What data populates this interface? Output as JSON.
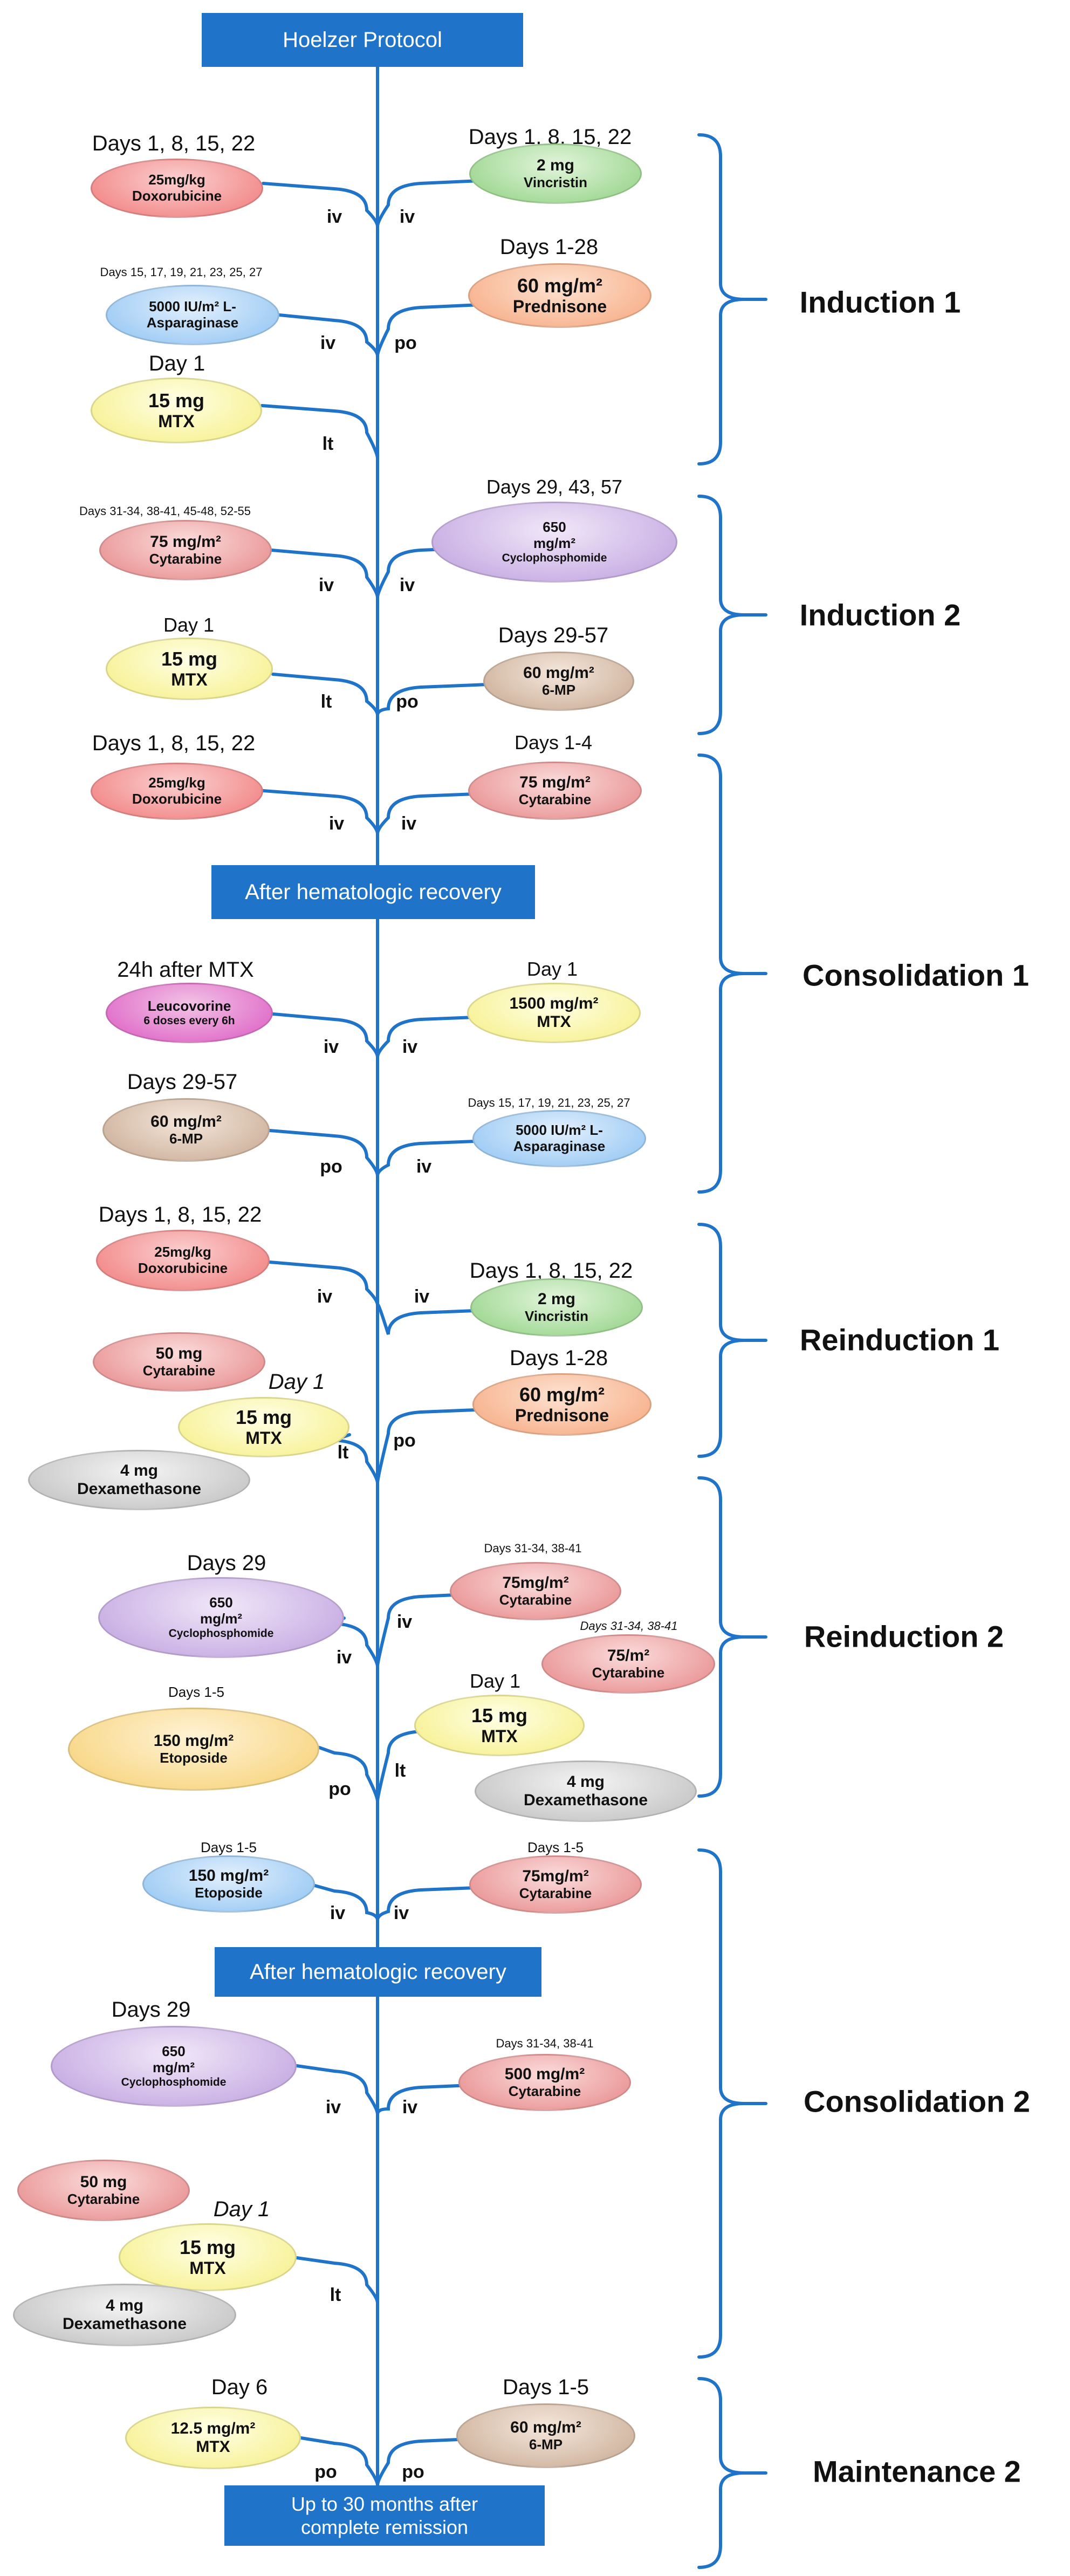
{
  "colors": {
    "line": "#1f74c9",
    "banner": "#1f74c9",
    "banner_text": "#ffffff"
  },
  "title": "Hoelzer Protocol",
  "phases": [
    {
      "key": "induction1",
      "label": "Induction 1"
    },
    {
      "key": "induction2",
      "label": "Induction 2"
    },
    {
      "key": "consolidation1",
      "label": "Consolidation 1"
    },
    {
      "key": "reinduction1",
      "label": "Reinduction 1"
    },
    {
      "key": "reinduction2",
      "label": "Reinduction 2"
    },
    {
      "key": "consolidation2",
      "label": "Consolidation 2"
    },
    {
      "key": "maintenance2",
      "label": "Maintenance 2"
    }
  ],
  "banners": {
    "after_recovery_1": "After hematologic recovery",
    "after_recovery_2": "After hematologic recovery",
    "remission_line1": "Up to 30 months after",
    "remission_line2": "complete remission"
  },
  "doses": {
    "ind1_doxo": {
      "day": "Days 1, 8, 15, 22",
      "dose": "25mg/kg",
      "drug": "Doxorubicine",
      "route": "iv"
    },
    "ind1_vinc": {
      "day": "Days 1, 8, 15, 22",
      "dose": "2 mg",
      "drug": "Vincristin",
      "route": "iv"
    },
    "ind1_asp": {
      "day": "Days 15, 17, 19, 21, 23, 25, 27",
      "dose": "5000 IU/m² L-",
      "drug": "Asparaginase",
      "route": "iv"
    },
    "ind1_pred": {
      "day": "Days 1-28",
      "dose": "60 mg/m²",
      "drug": "Prednisone",
      "route": "po"
    },
    "ind1_mtx": {
      "day": "Day 1",
      "dose": "15 mg",
      "drug": "MTX",
      "route": "lt"
    },
    "ind2_cyt": {
      "day": "Days 31-34, 38-41, 45-48, 52-55",
      "dose": "75 mg/m²",
      "drug": "Cytarabine",
      "route": "iv"
    },
    "ind2_cyc": {
      "day": "Days 29, 43, 57",
      "dose": "650",
      "dose2": "mg/m²",
      "drug": "Cyclophosphomide",
      "route": "iv"
    },
    "ind2_mtx": {
      "day": "Day 1",
      "dose": "15 mg",
      "drug": "MTX",
      "route": "lt"
    },
    "ind2_mp": {
      "day": "Days 29-57",
      "dose": "60 mg/m²",
      "drug": "6-MP",
      "route": "po"
    },
    "con1_doxo": {
      "day": "Days 1, 8, 15, 22",
      "dose": "25mg/kg",
      "drug": "Doxorubicine",
      "route": "iv"
    },
    "con1_cyt": {
      "day": "Days 1-4",
      "dose": "75 mg/m²",
      "drug": "Cytarabine",
      "route": "iv"
    },
    "con1_leu": {
      "day": "24h after MTX",
      "dose": "Leucovorine",
      "drug": "6 doses every 6h",
      "route": "iv"
    },
    "con1_mtx": {
      "day": "Day 1",
      "dose": "1500 mg/m²",
      "drug": "MTX",
      "route": "iv"
    },
    "con1_mp": {
      "day": "Days 29-57",
      "dose": "60 mg/m²",
      "drug": "6-MP",
      "route": "po"
    },
    "con1_asp": {
      "day": "Days 15, 17, 19, 21, 23, 25, 27",
      "dose": "5000 IU/m² L-",
      "drug": "Asparaginase",
      "route": "iv"
    },
    "rei1_doxo": {
      "day": "Days 1, 8, 15, 22",
      "dose": "25mg/kg",
      "drug": "Doxorubicine",
      "route": "iv"
    },
    "rei1_vinc": {
      "day": "Days 1, 8, 15, 22",
      "dose": "2 mg",
      "drug": "Vincristin",
      "route": "iv"
    },
    "rei1_cyt": {
      "dose": "50 mg",
      "drug": "Cytarabine"
    },
    "rei1_mtx": {
      "day": "Day 1",
      "dose": "15 mg",
      "drug": "MTX",
      "route": "lt"
    },
    "rei1_dexa": {
      "dose": "4 mg",
      "drug": "Dexamethasone"
    },
    "rei1_pred": {
      "day": "Days 1-28",
      "dose": "60 mg/m²",
      "drug": "Prednisone",
      "route": "po"
    },
    "rei2_cyc": {
      "day": "Days 29",
      "dose": "650",
      "dose2": "mg/m²",
      "drug": "Cyclophosphomide",
      "route": "iv"
    },
    "rei2_cyt1": {
      "day": "Days 31-34, 38-41",
      "dose": "75mg/m²",
      "drug": "Cytarabine",
      "route": "iv"
    },
    "rei2_cyt2": {
      "day": "Days 31-34, 38-41",
      "dose": "75/m²",
      "drug": "Cytarabine"
    },
    "rei2_eto": {
      "day": "Days 1-5",
      "dose": "150 mg/m²",
      "drug": "Etoposide",
      "route": "po"
    },
    "rei2_mtx": {
      "day": "Day 1",
      "dose": "15 mg",
      "drug": "MTX",
      "route": "lt"
    },
    "rei2_dexa": {
      "dose": "4 mg",
      "drug": "Dexamethasone"
    },
    "con2_eto": {
      "day": "Days 1-5",
      "dose": "150 mg/m²",
      "drug": "Etoposide",
      "route": "iv"
    },
    "con2_cyt1": {
      "day": "Days 1-5",
      "dose": "75mg/m²",
      "drug": "Cytarabine",
      "route": "iv"
    },
    "con2_cyc": {
      "day": "Days 29",
      "dose": "650",
      "dose2": "mg/m²",
      "drug": "Cyclophosphomide",
      "route": "iv"
    },
    "con2_cyt2": {
      "day": "Days 31-34, 38-41",
      "dose": "500 mg/m²",
      "drug": "Cytarabine",
      "route": "iv"
    },
    "con2_cyt3": {
      "dose": "50 mg",
      "drug": "Cytarabine"
    },
    "con2_mtx": {
      "day": "Day 1",
      "dose": "15 mg",
      "drug": "MTX",
      "route": "lt"
    },
    "con2_dexa": {
      "dose": "4 mg",
      "drug": "Dexamethasone"
    },
    "mai_mtx": {
      "day": "Day 6",
      "dose": "12.5 mg/m²",
      "drug": "MTX",
      "route": "po"
    },
    "mai_mp": {
      "day": "Days 1-5",
      "dose": "60 mg/m²",
      "drug": "6-MP",
      "route": "po"
    }
  }
}
